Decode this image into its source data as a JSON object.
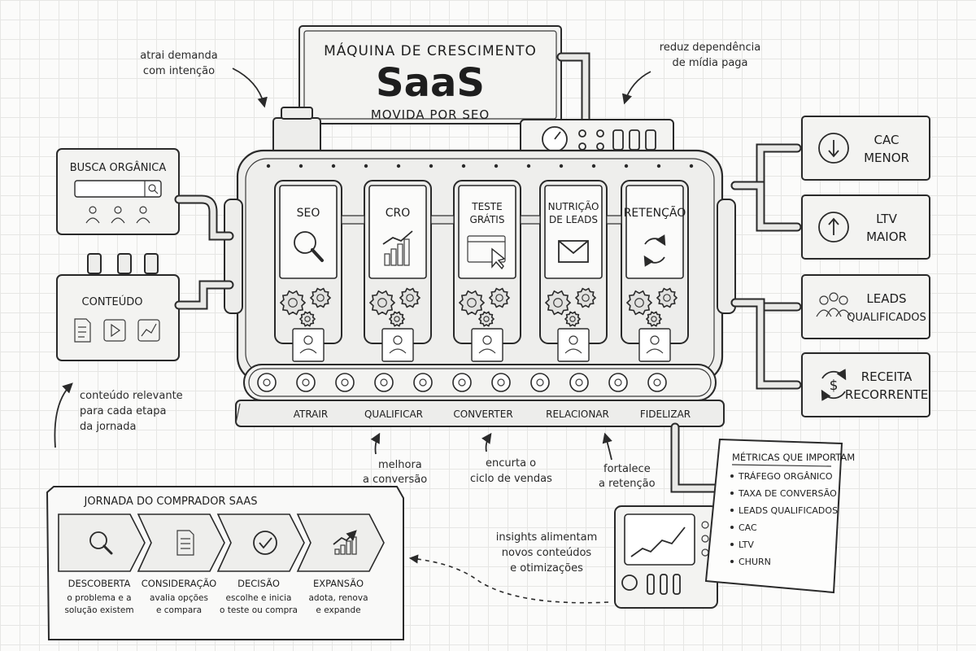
{
  "header": {
    "line1": "MÁQUINA DE CRESCIMENTO",
    "main": "SaaS",
    "line3": "MOVIDA POR SEO"
  },
  "annotations": {
    "top_left": [
      "atrai demanda",
      "com intenção"
    ],
    "top_right": [
      "reduz dependência",
      "de mídia paga"
    ],
    "left_mid": [
      "conteúdo relevante",
      "para cada etapa",
      "da jornada"
    ],
    "bottom_1": [
      "melhora",
      "a conversão"
    ],
    "bottom_2": [
      "encurta o",
      "ciclo de vendas"
    ],
    "bottom_3": [
      "fortalece",
      "a retenção"
    ],
    "insights": [
      "insights alimentam",
      "novos conteúdos",
      "e otimizações"
    ]
  },
  "inputs": {
    "search": "BUSCA ORGÂNICA",
    "content": "CONTEÚDO"
  },
  "modules": [
    {
      "lines": [
        "SEO"
      ],
      "icon": "magnifier-icon"
    },
    {
      "lines": [
        "CRO"
      ],
      "icon": "bar-chart-icon"
    },
    {
      "lines": [
        "TESTE",
        "GRÁTIS"
      ],
      "icon": "browser-cursor-icon"
    },
    {
      "lines": [
        "NUTRIÇÃO",
        "DE LEADS"
      ],
      "icon": "envelope-icon"
    },
    {
      "lines": [
        "RETENÇÃO"
      ],
      "icon": "refresh-icon"
    }
  ],
  "stages": [
    "ATRAIR",
    "QUALIFICAR",
    "CONVERTER",
    "RELACIONAR",
    "FIDELIZAR"
  ],
  "outputs": [
    {
      "lines": [
        "CAC",
        "MENOR"
      ],
      "icon": "arrow-down-icon"
    },
    {
      "lines": [
        "LTV",
        "MAIOR"
      ],
      "icon": "arrow-up-icon"
    },
    {
      "lines": [
        "LEADS",
        "QUALIFICADOS"
      ],
      "icon": "users-icon"
    },
    {
      "lines": [
        "RECEITA",
        "RECORRENTE"
      ],
      "icon": "dollar-cycle-icon"
    }
  ],
  "metrics": {
    "title": "MÉTRICAS QUE IMPORTAM",
    "items": [
      "TRÁFEGO ORGÂNICO",
      "TAXA DE CONVERSÃO",
      "LEADS QUALIFICADOS",
      "CAC",
      "LTV",
      "CHURN"
    ]
  },
  "journey": {
    "title": "JORNADA DO COMPRADOR SAAS",
    "steps": [
      {
        "title": "DESCOBERTA",
        "desc": [
          "o problema e a",
          "solução existem"
        ],
        "icon": "magnifier-icon"
      },
      {
        "title": "CONSIDERAÇÃO",
        "desc": [
          "avalia opções",
          "e compara"
        ],
        "icon": "document-icon"
      },
      {
        "title": "DECISÃO",
        "desc": [
          "escolhe e inicia",
          "o teste ou compra"
        ],
        "icon": "check-circle-icon"
      },
      {
        "title": "EXPANSÃO",
        "desc": [
          "adota, renova",
          "e expande"
        ],
        "icon": "growth-chart-icon"
      }
    ]
  }
}
